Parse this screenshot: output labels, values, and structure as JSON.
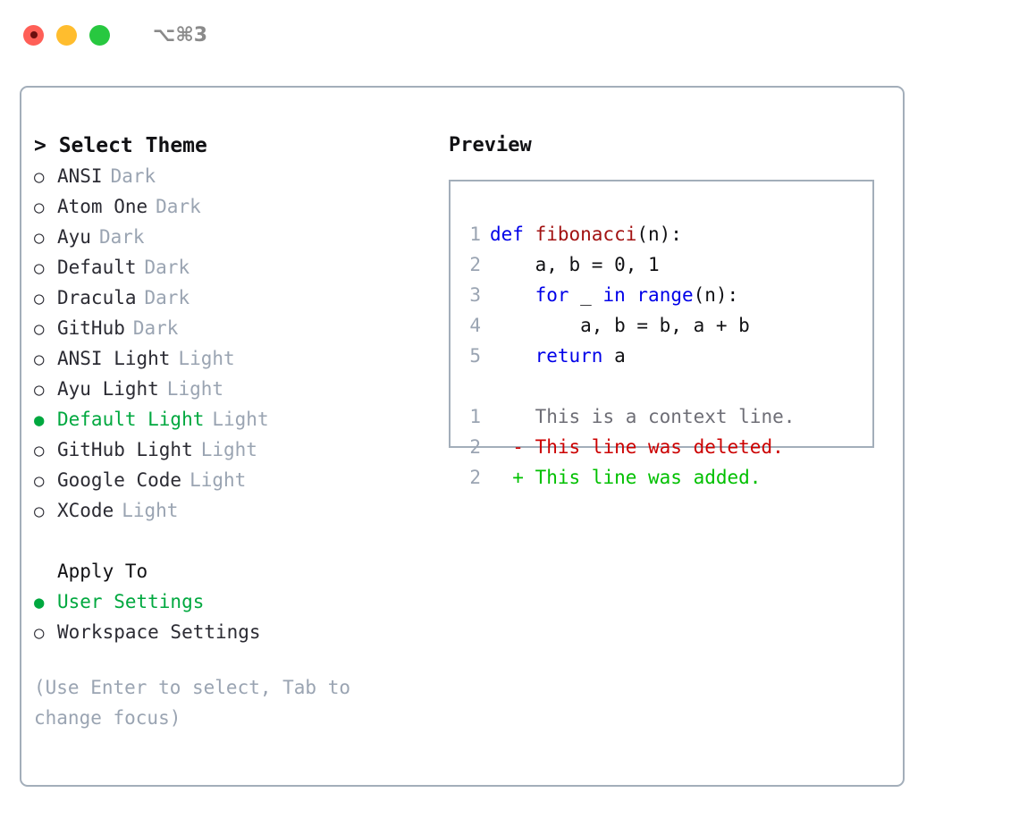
{
  "titlebar": {
    "shortcut": "⌥⌘3",
    "buttons": [
      {
        "name": "close",
        "color": "#ff5f57"
      },
      {
        "name": "minimize",
        "color": "#ffbd2e"
      },
      {
        "name": "maximize",
        "color": "#28c840"
      }
    ]
  },
  "colors": {
    "accent_green": "#00a83f",
    "muted": "#9aa4b2",
    "text": "#2b2b33",
    "border": "#a3aeba",
    "keyword": "#0000e8",
    "function": "#a21212",
    "diff_delete": "#cc0000",
    "diff_add": "#00c000"
  },
  "theme_picker": {
    "heading": "> Select Theme",
    "marker_unselected": "○",
    "marker_selected": "●",
    "items": [
      {
        "name": "ANSI",
        "tag": "Dark",
        "selected": false
      },
      {
        "name": "Atom One",
        "tag": "Dark",
        "selected": false
      },
      {
        "name": "Ayu",
        "tag": "Dark",
        "selected": false
      },
      {
        "name": "Default",
        "tag": "Dark",
        "selected": false
      },
      {
        "name": "Dracula",
        "tag": "Dark",
        "selected": false
      },
      {
        "name": "GitHub",
        "tag": "Dark",
        "selected": false
      },
      {
        "name": "ANSI Light",
        "tag": "Light",
        "selected": false
      },
      {
        "name": "Ayu Light",
        "tag": "Light",
        "selected": false
      },
      {
        "name": "Default Light",
        "tag": "Light",
        "selected": true
      },
      {
        "name": "GitHub Light",
        "tag": "Light",
        "selected": false
      },
      {
        "name": "Google Code",
        "tag": "Light",
        "selected": false
      },
      {
        "name": "XCode",
        "tag": "Light",
        "selected": false
      }
    ]
  },
  "apply_to": {
    "heading": "Apply To",
    "items": [
      {
        "name": "User Settings",
        "selected": true
      },
      {
        "name": "Workspace Settings",
        "selected": false
      }
    ]
  },
  "hint": "(Use Enter to select, Tab to change focus)",
  "preview": {
    "heading": "Preview",
    "code_lines": [
      {
        "number": "1",
        "tokens": [
          {
            "text": "def ",
            "type": "keyword"
          },
          {
            "text": "fibonacci",
            "type": "function"
          },
          {
            "text": "(n):",
            "type": "plain"
          }
        ]
      },
      {
        "number": "2",
        "tokens": [
          {
            "text": "    a, b = 0, 1",
            "type": "plain"
          }
        ]
      },
      {
        "number": "3",
        "tokens": [
          {
            "text": "    ",
            "type": "plain"
          },
          {
            "text": "for",
            "type": "keyword"
          },
          {
            "text": " _ ",
            "type": "plain"
          },
          {
            "text": "in",
            "type": "keyword"
          },
          {
            "text": " ",
            "type": "plain"
          },
          {
            "text": "range",
            "type": "keyword"
          },
          {
            "text": "(n):",
            "type": "plain"
          }
        ]
      },
      {
        "number": "4",
        "tokens": [
          {
            "text": "        a, b = b, a + b",
            "type": "plain"
          }
        ]
      },
      {
        "number": "5",
        "tokens": [
          {
            "text": "    ",
            "type": "plain"
          },
          {
            "text": "return",
            "type": "keyword"
          },
          {
            "text": " a",
            "type": "plain"
          }
        ]
      }
    ],
    "diff_lines": [
      {
        "number": "1",
        "sign": " ",
        "text": " This is a context line.",
        "type": "context"
      },
      {
        "number": "2",
        "sign": "-",
        "text": " This line was deleted.",
        "type": "delete"
      },
      {
        "number": "2",
        "sign": "+",
        "text": " This line was added.",
        "type": "add"
      }
    ]
  }
}
